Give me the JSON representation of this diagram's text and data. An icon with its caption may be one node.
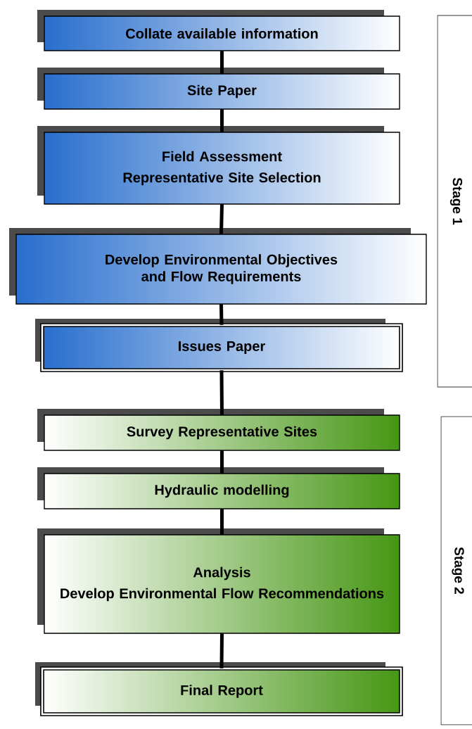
{
  "diagram": {
    "nodes": [
      {
        "text": [
          "Collate available information"
        ]
      },
      {
        "text": [
          "Site Paper"
        ]
      },
      {
        "text": [
          "Field Assessment",
          "Representative Site Selection"
        ]
      },
      {
        "text": [
          "Develop Environmental Objectives and Flow Requirements"
        ]
      },
      {
        "text": [
          "Issues Paper"
        ]
      },
      {
        "text": [
          "Survey Representative Sites"
        ]
      },
      {
        "text": [
          "Hydraulic modelling"
        ]
      },
      {
        "text": [
          "Analysis",
          "Develop Environmental Flow Recommendations"
        ]
      },
      {
        "text": [
          "Final Report"
        ]
      },
      {
        "text": [
          "Stage 1"
        ]
      },
      {
        "text": [
          "Stage 2"
        ]
      }
    ],
    "edges": [
      {
        "from": 0,
        "to": 1,
        "arrow": "none"
      },
      {
        "from": 1,
        "to": 2,
        "arrow": "none"
      },
      {
        "from": 2,
        "to": 3,
        "arrow": "none"
      },
      {
        "from": 3,
        "to": 4,
        "arrow": "none"
      },
      {
        "from": 4,
        "to": 5,
        "arrow": "none"
      },
      {
        "from": 5,
        "to": 6,
        "arrow": "none"
      },
      {
        "from": 6,
        "to": 7,
        "arrow": "none"
      },
      {
        "from": 7,
        "to": 8,
        "arrow": "none"
      }
    ]
  }
}
